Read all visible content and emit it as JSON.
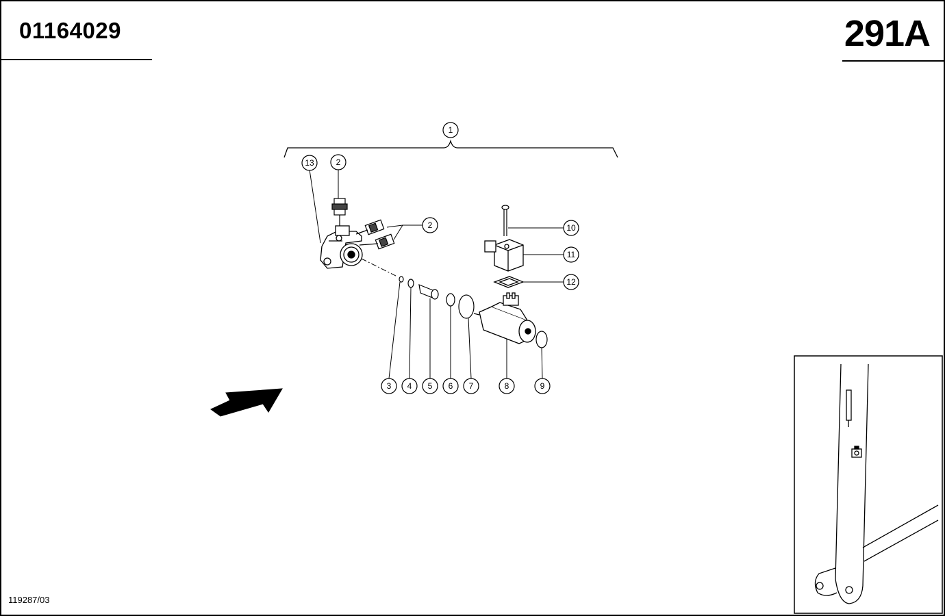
{
  "header": {
    "part_number": "01164029",
    "page_code": "291A"
  },
  "footer": {
    "ref_code": "119287/03"
  },
  "callouts": [
    "1",
    "2",
    "2",
    "3",
    "4",
    "5",
    "6",
    "7",
    "8",
    "9",
    "10",
    "11",
    "12",
    "13"
  ]
}
